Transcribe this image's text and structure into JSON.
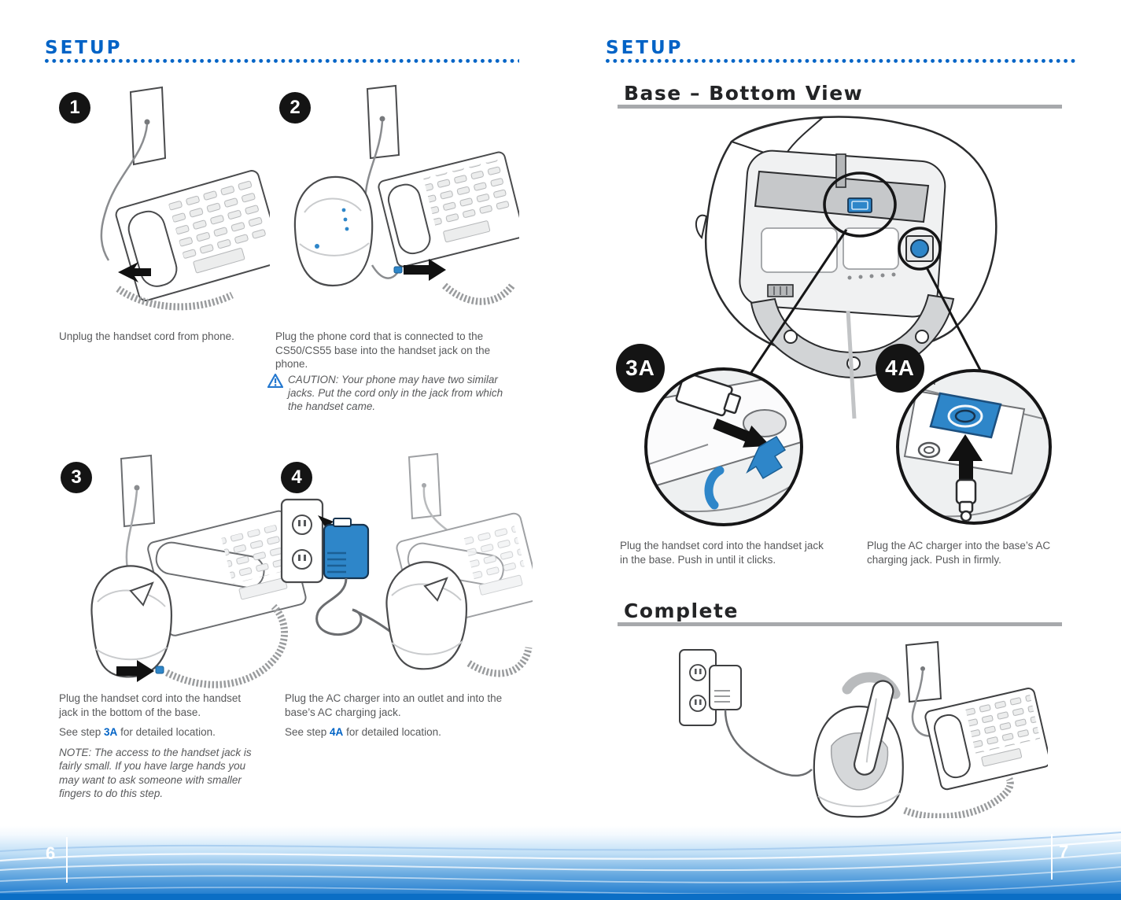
{
  "colors": {
    "accent_blue": "#0063C6",
    "illustration_blue": "#2E86C9",
    "heading_dark": "#232426",
    "body_gray": "#58595B",
    "rule_gray": "#A7A9AC",
    "footer_blue": "#1E7BCC",
    "footer_bottom_bar": "#0B6EC5",
    "badge_black": "#141414"
  },
  "left_page": {
    "header": "SETUP",
    "page_number": "6",
    "steps": [
      {
        "num": "1",
        "caption": "Unplug the handset cord from phone."
      },
      {
        "num": "2",
        "caption": "Plug the phone cord that is connected to the CS50/CS55 base into the handset jack on the phone.",
        "caution": "CAUTION: Your phone may have two similar jacks. Put the cord only in the jack from which the handset came."
      },
      {
        "num": "3",
        "caption": "Plug the handset cord into the handset jack in the bottom of the base.",
        "see_pre": "See step ",
        "see_ref": "3A",
        "see_post": " for detailed location.",
        "note": "NOTE: The access to the handset jack is fairly small. If you have large hands you may want to ask someone with smaller fingers to do this step."
      },
      {
        "num": "4",
        "caption": "Plug the AC charger into an outlet and into the base’s AC charging jack.",
        "see_pre": "See step ",
        "see_ref": "4A",
        "see_post": " for detailed location."
      }
    ]
  },
  "right_page": {
    "header": "SETUP",
    "page_number": "7",
    "sections": [
      {
        "title": "Base – Bottom View"
      },
      {
        "title": "Complete"
      }
    ],
    "callouts": [
      {
        "label": "3A",
        "caption": "Plug the handset cord into the handset jack in the base. Push in until it clicks."
      },
      {
        "label": "4A",
        "caption": "Plug the AC charger into the base’s AC charging jack. Push in firmly."
      }
    ]
  }
}
